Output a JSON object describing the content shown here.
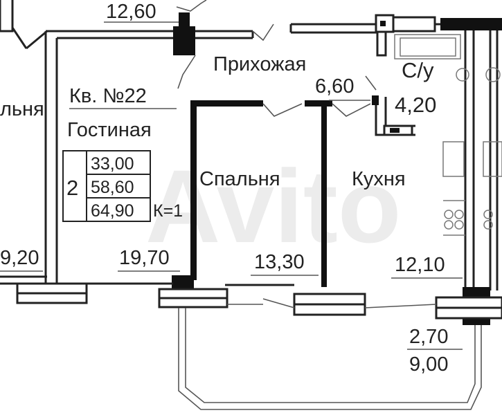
{
  "watermark": "Avito",
  "apartment": {
    "number_label": "Кв. №22",
    "rooms_count": "2",
    "areas": [
      "33,00",
      "58,60",
      "64,90"
    ],
    "coefficient": "К=1"
  },
  "rooms": {
    "living_room": {
      "name": "Гостиная",
      "area": "19,70"
    },
    "hallway": {
      "name": "Прихожая",
      "area": "6,60"
    },
    "bathroom": {
      "name": "С/у",
      "area": "4,20"
    },
    "bedroom": {
      "name": "Спальня",
      "area": "13,30"
    },
    "kitchen": {
      "name": "Кухня",
      "area": "12,10"
    },
    "balcony": {
      "area": "2,70",
      "reduced_area": "9,00"
    }
  },
  "neighbors": {
    "top_area": "12,60",
    "left_name_fragment": "льня",
    "left_area": "9,20"
  }
}
